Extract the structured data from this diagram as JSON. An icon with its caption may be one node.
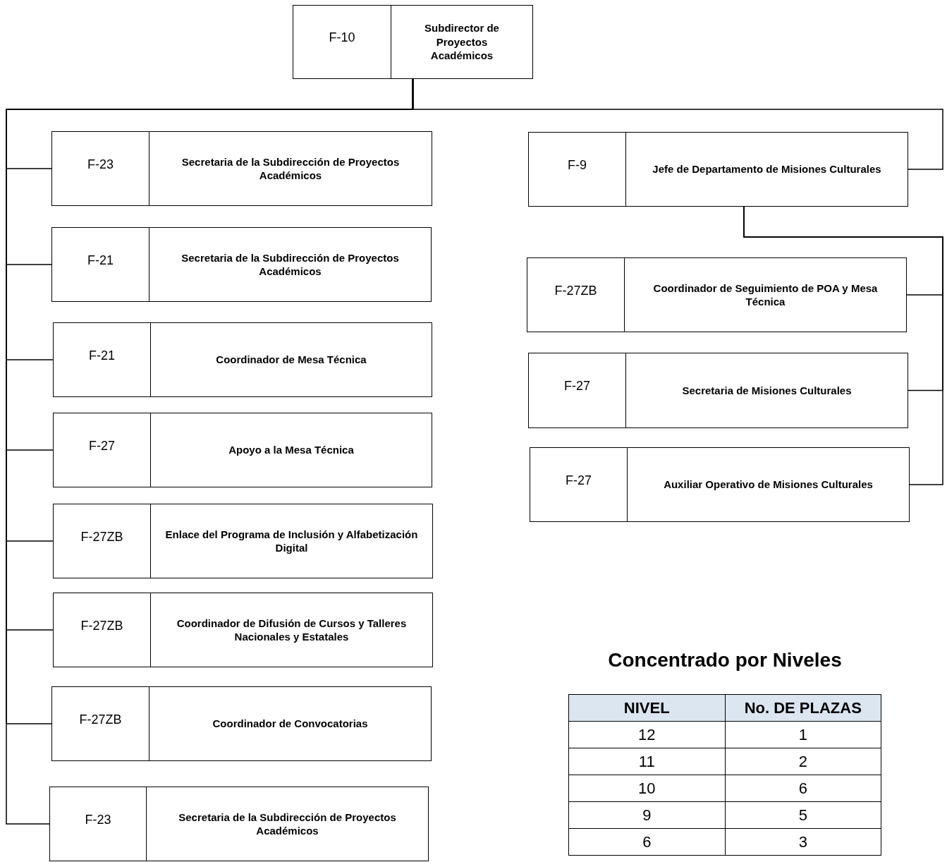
{
  "diagram": {
    "nodes": [
      {
        "text": [
          "F-10",
          "Subdirector de Proyectos Académicos"
        ]
      },
      {
        "text": [
          "F-23",
          "Secretaria de la Subdirección de Proyectos Académicos"
        ]
      },
      {
        "text": [
          "F-21",
          "Secretaria de la Subdirección de Proyectos Académicos"
        ]
      },
      {
        "text": [
          "F-21",
          "Coordinador de Mesa Técnica"
        ]
      },
      {
        "text": [
          "F-27",
          "Apoyo a la Mesa Técnica"
        ]
      },
      {
        "text": [
          "F-27ZB",
          "Enlace del Programa de Inclusión y Alfabetización Digital"
        ]
      },
      {
        "text": [
          "F-27ZB",
          "Coordinador de Difusión de Cursos y Talleres Nacionales y Estatales"
        ]
      },
      {
        "text": [
          "F-27ZB",
          "Coordinador de Convocatorias"
        ]
      },
      {
        "text": [
          "F-23",
          "Secretaria de la Subdirección de Proyectos Académicos"
        ]
      },
      {
        "text": [
          "F-9",
          "Jefe de Departamento de Misiones Culturales"
        ]
      },
      {
        "text": [
          "F-27ZB",
          "Coordinador de Seguimiento de POA y Mesa Técnica"
        ]
      },
      {
        "text": [
          "F-27",
          "Secretaria de Misiones Culturales"
        ]
      },
      {
        "text": [
          "F-27",
          "Auxiliar Operativo de Misiones Culturales"
        ]
      }
    ],
    "edges": [
      {
        "from": 0,
        "to": 1,
        "arrow": "none"
      },
      {
        "from": 0,
        "to": 2,
        "arrow": "none"
      },
      {
        "from": 0,
        "to": 3,
        "arrow": "none"
      },
      {
        "from": 0,
        "to": 4,
        "arrow": "none"
      },
      {
        "from": 0,
        "to": 5,
        "arrow": "none"
      },
      {
        "from": 0,
        "to": 6,
        "arrow": "none"
      },
      {
        "from": 0,
        "to": 7,
        "arrow": "none"
      },
      {
        "from": 0,
        "to": 8,
        "arrow": "none"
      },
      {
        "from": 0,
        "to": 9,
        "arrow": "none"
      },
      {
        "from": 9,
        "to": 10,
        "arrow": "none"
      },
      {
        "from": 9,
        "to": 11,
        "arrow": "none"
      },
      {
        "from": 9,
        "to": 12,
        "arrow": "none"
      }
    ],
    "labels": [
      "Concentrado por Niveles",
      "NIVEL",
      "No. DE PLAZAS",
      "12",
      "1",
      "11",
      "2",
      "10",
      "6",
      "9",
      "5",
      "6",
      "3"
    ]
  }
}
